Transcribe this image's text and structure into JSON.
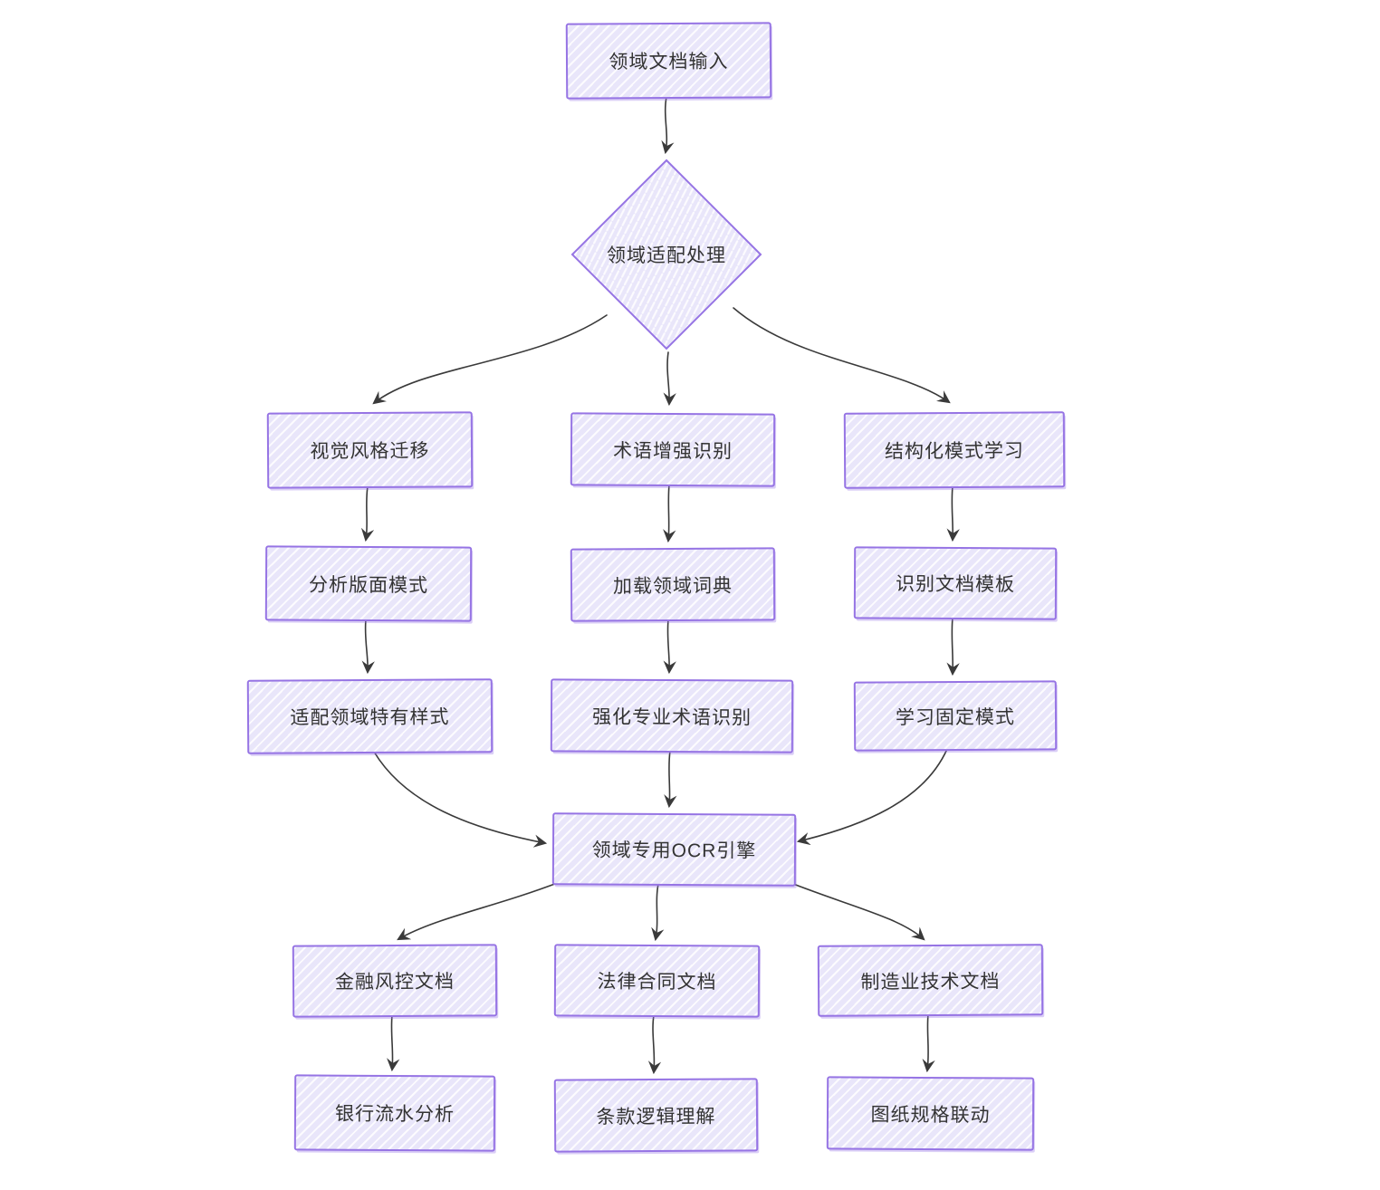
{
  "diagram": {
    "type": "flowchart",
    "style": "hand-drawn-sketch",
    "colors": {
      "background": "#ffffff",
      "node_border": "#9674e4",
      "node_fill": "#e9e6fa",
      "node_hatch": "#ffffff",
      "text": "#333333",
      "arrow": "#3a3a3a"
    },
    "nodes": {
      "input": {
        "label": "领域文档输入",
        "shape": "rect"
      },
      "decision": {
        "label": "领域适配处理",
        "shape": "diamond"
      },
      "visual_style": {
        "label": "视觉风格迁移",
        "shape": "rect"
      },
      "term_enhance": {
        "label": "术语增强识别",
        "shape": "rect"
      },
      "structured_learning": {
        "label": "结构化模式学习",
        "shape": "rect"
      },
      "layout_analysis": {
        "label": "分析版面模式",
        "shape": "rect"
      },
      "load_dictionary": {
        "label": "加载领域词典",
        "shape": "rect"
      },
      "recognize_template": {
        "label": "识别文档模板",
        "shape": "rect"
      },
      "adapt_styles": {
        "label": "适配领域特有样式",
        "shape": "rect"
      },
      "strengthen_terms": {
        "label": "强化专业术语识别",
        "shape": "rect"
      },
      "learn_fixed": {
        "label": "学习固定模式",
        "shape": "rect"
      },
      "ocr_engine": {
        "label": "领域专用OCR引擎",
        "shape": "rect"
      },
      "finance_doc": {
        "label": "金融风控文档",
        "shape": "rect"
      },
      "legal_doc": {
        "label": "法律合同文档",
        "shape": "rect"
      },
      "manufacturing_doc": {
        "label": "制造业技术文档",
        "shape": "rect"
      },
      "bank_flow": {
        "label": "银行流水分析",
        "shape": "rect"
      },
      "clause_logic": {
        "label": "条款逻辑理解",
        "shape": "rect"
      },
      "drawing_spec": {
        "label": "图纸规格联动",
        "shape": "rect"
      }
    },
    "edges": [
      {
        "from": "input",
        "to": "decision"
      },
      {
        "from": "decision",
        "to": "visual_style"
      },
      {
        "from": "decision",
        "to": "term_enhance"
      },
      {
        "from": "decision",
        "to": "structured_learning"
      },
      {
        "from": "visual_style",
        "to": "layout_analysis"
      },
      {
        "from": "term_enhance",
        "to": "load_dictionary"
      },
      {
        "from": "structured_learning",
        "to": "recognize_template"
      },
      {
        "from": "layout_analysis",
        "to": "adapt_styles"
      },
      {
        "from": "load_dictionary",
        "to": "strengthen_terms"
      },
      {
        "from": "recognize_template",
        "to": "learn_fixed"
      },
      {
        "from": "adapt_styles",
        "to": "ocr_engine"
      },
      {
        "from": "strengthen_terms",
        "to": "ocr_engine"
      },
      {
        "from": "learn_fixed",
        "to": "ocr_engine"
      },
      {
        "from": "ocr_engine",
        "to": "finance_doc"
      },
      {
        "from": "ocr_engine",
        "to": "legal_doc"
      },
      {
        "from": "ocr_engine",
        "to": "manufacturing_doc"
      },
      {
        "from": "finance_doc",
        "to": "bank_flow"
      },
      {
        "from": "legal_doc",
        "to": "clause_logic"
      },
      {
        "from": "manufacturing_doc",
        "to": "drawing_spec"
      }
    ]
  }
}
